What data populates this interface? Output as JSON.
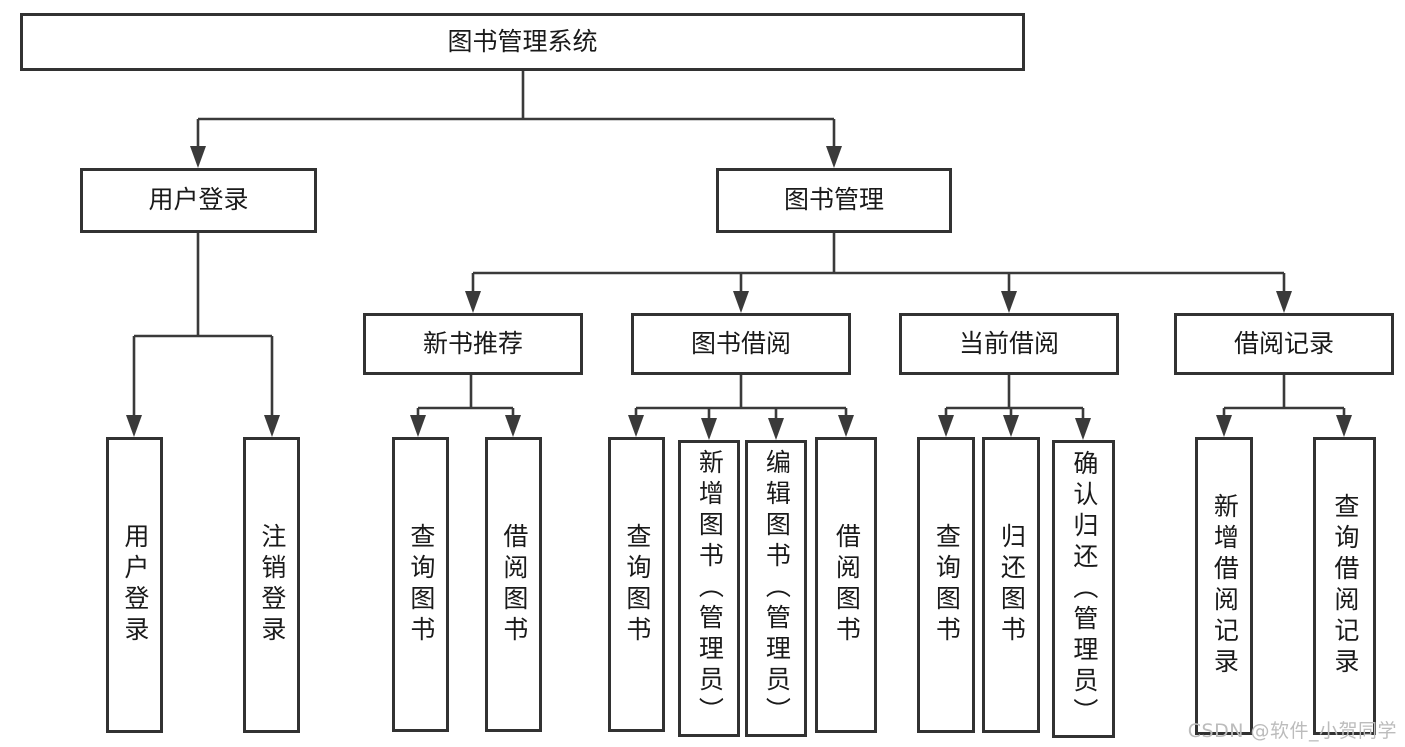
{
  "tree": {
    "root": {
      "label": "图书管理系统"
    },
    "branches": [
      {
        "label": "用户登录",
        "children": [
          {
            "label": "用户登录"
          },
          {
            "label": "注销登录"
          }
        ]
      },
      {
        "label": "图书管理",
        "children": [
          {
            "label": "新书推荐",
            "children": [
              {
                "label": "查询图书"
              },
              {
                "label": "借阅图书"
              }
            ]
          },
          {
            "label": "图书借阅",
            "children": [
              {
                "label": "查询图书"
              },
              {
                "label": "新增图书（管理员）"
              },
              {
                "label": "编辑图书（管理员）"
              },
              {
                "label": "借阅图书"
              }
            ]
          },
          {
            "label": "当前借阅",
            "children": [
              {
                "label": "查询图书"
              },
              {
                "label": "归还图书"
              },
              {
                "label": "确认归还（管理员）"
              }
            ]
          },
          {
            "label": "借阅记录",
            "children": [
              {
                "label": "新增借阅记录"
              },
              {
                "label": "查询借阅记录"
              }
            ]
          }
        ]
      }
    ]
  },
  "watermark": {
    "text": "CSDN @软件_小贺同学"
  },
  "colors": {
    "line": "#3a3a3a",
    "box_border": "#323232",
    "box_background": "#ffffff",
    "text": "#1a1a1a",
    "watermark": "#bcbcbc",
    "background": "#ffffff"
  }
}
